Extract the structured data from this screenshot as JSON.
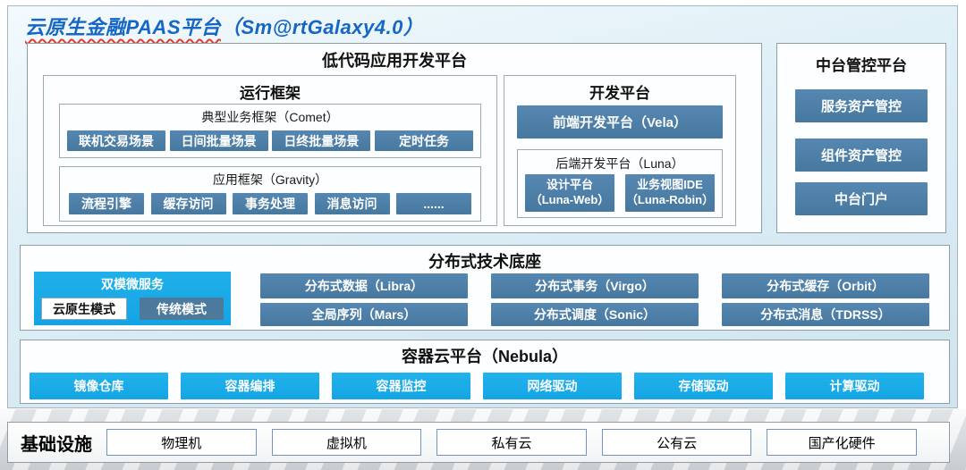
{
  "header": {
    "title_wavy": "云原生金融PAAS平台",
    "title_rest": "（Sm@rtGalaxy4.0）"
  },
  "lowcode": {
    "title": "低代码应用开发平台",
    "runtime": {
      "title": "运行框架",
      "comet": {
        "label": "典型业务框架（Comet）",
        "blocks": [
          "联机交易场景",
          "日间批量场景",
          "日终批量场景",
          "定时任务"
        ]
      },
      "gravity": {
        "label": "应用框架（Gravity）",
        "blocks": [
          "流程引擎",
          "缓存访问",
          "事务处理",
          "消息访问",
          "......"
        ]
      }
    },
    "devplatform": {
      "title": "开发平台",
      "vela": "前端开发平台（Vela）",
      "luna": {
        "label": "后端开发平台（Luna）",
        "blocks": [
          {
            "line1": "设计平台",
            "line2": "（Luna-Web）"
          },
          {
            "line1": "业务视图IDE",
            "line2": "（Luna-Robin）"
          }
        ]
      }
    }
  },
  "midplatform": {
    "title": "中台管控平台",
    "blocks": [
      "服务资产管控",
      "组件资产管控",
      "中台门户"
    ]
  },
  "distributed": {
    "title": "分布式技术底座",
    "dualmode": {
      "label": "双模微服务",
      "modes": [
        "云原生模式",
        "传统模式"
      ]
    },
    "row1": [
      "分布式数据（Libra）",
      "分布式事务（Virgo）",
      "分布式缓存（Orbit）"
    ],
    "row2": [
      "全局序列（Mars）",
      "分布式调度（Sonic）",
      "分布式消息（TDRSS）"
    ]
  },
  "containercloud": {
    "title": "容器云平台（Nebula）",
    "blocks": [
      "镜像仓库",
      "容器编排",
      "容器监控",
      "网络驱动",
      "存储驱动",
      "计算驱动"
    ]
  },
  "infrastructure": {
    "label": "基础设施",
    "blocks": [
      "物理机",
      "虚拟机",
      "私有云",
      "公有云",
      "国产化硬件"
    ]
  },
  "colors": {
    "steel_blue": "#4a7ba5",
    "cyan": "#18ace9",
    "title_blue": "#1667c5",
    "background_blue": "#d9ecf5"
  }
}
